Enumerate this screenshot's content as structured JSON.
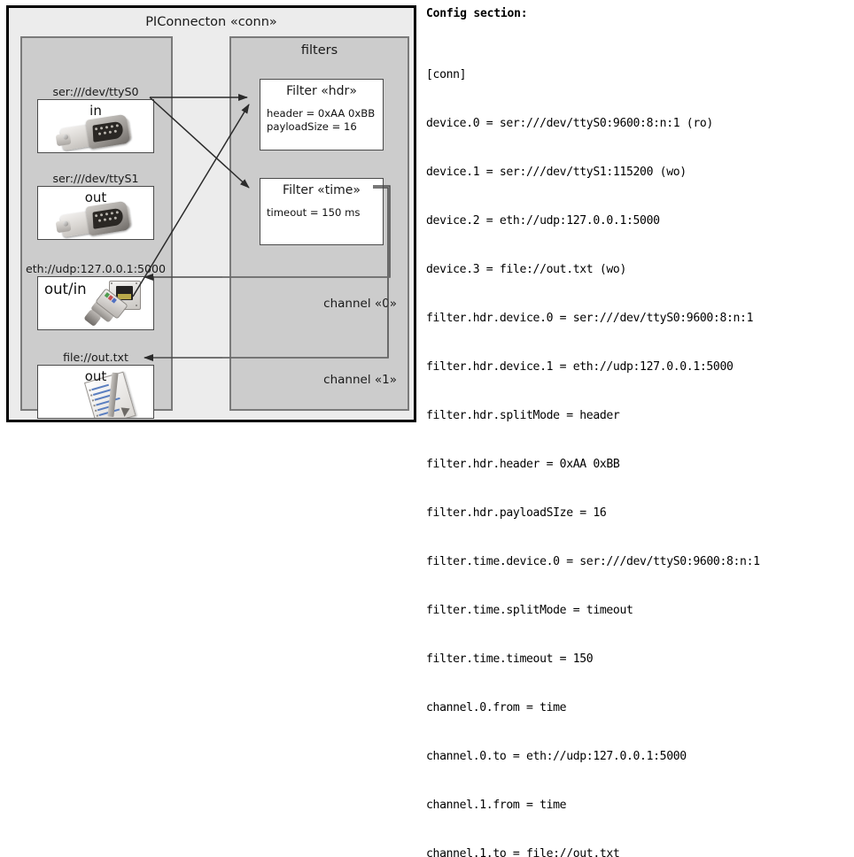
{
  "diagram": {
    "title": "PIConnecton «conn»",
    "devices_panel": {
      "title": "",
      "items": [
        {
          "label": "ser:///dev/ttyS0",
          "direction": "in",
          "icon": "serial-db9-icon"
        },
        {
          "label": "ser:///dev/ttyS1",
          "direction": "out",
          "icon": "serial-db9-icon"
        },
        {
          "label": "eth://udp:127.0.0.1:5000",
          "direction": "out/in",
          "icon": "ethernet-jack-icon"
        },
        {
          "label": "file://out.txt",
          "direction": "out",
          "icon": "text-file-icon"
        }
      ]
    },
    "filters_panel": {
      "title": "filters",
      "filters": [
        {
          "title": "Filter «hdr»",
          "attributes": [
            "header = 0xAA 0xBB",
            "payloadSize = 16"
          ]
        },
        {
          "title": "Filter «time»",
          "attributes": [
            "timeout = 150 ms"
          ]
        }
      ],
      "channels": [
        {
          "label": "channel «0»"
        },
        {
          "label": "channel «1»"
        }
      ]
    },
    "colors": {
      "outer_frame_bg": "#ececec",
      "outer_frame_border": "#000000",
      "panel_bg": "#cccccc",
      "panel_border": "#7a7a7a",
      "box_bg": "#ffffff",
      "box_border": "#4a4a4a",
      "connector_line": "#333333",
      "text": "#1a1a1a"
    }
  },
  "config": {
    "heading": "Config section:",
    "lines": [
      "[conn]",
      "device.0 = ser:///dev/ttyS0:9600:8:n:1 (ro)",
      "device.1 = ser:///dev/ttyS1:115200 (wo)",
      "device.2 = eth://udp:127.0.0.1:5000",
      "device.3 = file://out.txt (wo)",
      "filter.hdr.device.0 = ser:///dev/ttyS0:9600:8:n:1",
      "filter.hdr.device.1 = eth://udp:127.0.0.1:5000",
      "filter.hdr.splitMode = header",
      "filter.hdr.header = 0xAA 0xBB",
      "filter.hdr.payloadSIze = 16",
      "filter.time.device.0 = ser:///dev/ttyS0:9600:8:n:1",
      "filter.time.splitMode = timeout",
      "filter.time.timeout = 150",
      "channel.0.from = time",
      "channel.0.to = eth://udp:127.0.0.1:5000",
      "channel.1.from = time",
      "channel.1.to = file://out.txt"
    ]
  }
}
